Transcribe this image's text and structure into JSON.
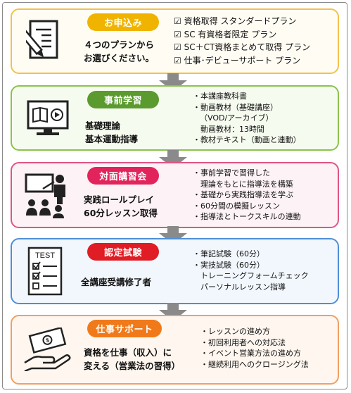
{
  "steps": [
    {
      "id": "apply",
      "title": "お申込み",
      "main": [
        "４つのプランから",
        "お選びください。"
      ],
      "items": [
        "資格取得 スタンダードプラン",
        "SC 有資格者限定 プラン",
        "SC＋CT資格まとめて取得 プラン",
        "仕事･デビューサポート プラン"
      ],
      "icon": "application-form-pen-icon",
      "colors": {
        "border": "#f2c14e",
        "bg": "#fffdf3",
        "pill": "#f0b400"
      }
    },
    {
      "id": "prestudy",
      "title": "事前学習",
      "main": [
        "基礎理論",
        "基本運動指導"
      ],
      "items": [
        "・本講座教科書",
        "・動画教材（基礎講座）",
        "（VOD/アーカイブ）",
        "動画教材：13時間",
        "・教材テキスト（動画と連動）"
      ],
      "icon": "video-lesson-monitor-icon",
      "colors": {
        "border": "#8bc34a",
        "bg": "#f6fbef",
        "pill": "#5a9a2e"
      }
    },
    {
      "id": "inperson",
      "title": "対面講習会",
      "main": [
        "実践ロールプレイ",
        "60分レッスン取得"
      ],
      "items": [
        "・事前学習で習得した",
        "理論をもとに指導法を構築",
        "・基礎から実践指導法を学ぶ",
        "・60分間の模擬レッスン",
        "・指導法とトークスキルの連動"
      ],
      "icon": "classroom-teacher-icon",
      "colors": {
        "border": "#e05585",
        "bg": "#fdf2f6",
        "pill": "#e2245c"
      }
    },
    {
      "id": "exam",
      "title": "認定試験",
      "main": [
        "全講座受講修了者"
      ],
      "items": [
        "・筆記試験（60分）",
        "・実技試験（60分）",
        "トレーニングフォームチェック",
        "パーソナルレッスン指導"
      ],
      "icon": "test-checklist-icon",
      "colors": {
        "border": "#4f8fd6",
        "bg": "#f2f7fd",
        "pill": "#e01c24"
      }
    },
    {
      "id": "support",
      "title": "仕事サポート",
      "main": [
        "資格を仕事（収入）に",
        "変える（営業法の習得）"
      ],
      "items": [
        "・レッスンの進め方",
        "・初回利用者への対応法",
        "・イベント営業方法の進め方",
        "・継続利用へのクロージング法"
      ],
      "icon": "money-hand-icon",
      "colors": {
        "border": "#f0a060",
        "bg": "#fef6ef",
        "pill": "#f07a1a"
      }
    }
  ],
  "arrow_color": "#8a8a8a",
  "checkbox_glyph": "☑"
}
